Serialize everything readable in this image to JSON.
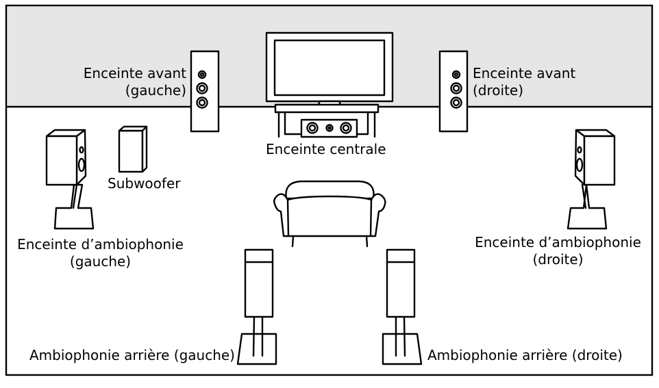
{
  "colors": {
    "wall": "#e6e6e6",
    "floor": "#ffffff",
    "line": "#000000"
  },
  "labels": {
    "front_left": [
      "Enceinte avant",
      "(gauche)"
    ],
    "front_right": [
      "Enceinte avant",
      "(droite)"
    ],
    "center": "Enceinte centrale",
    "subwoofer": "Subwoofer",
    "surround_left": [
      "Enceinte d’ambiophonie",
      "(gauche)"
    ],
    "surround_right": [
      "Enceinte d’ambiophonie",
      "(droite)"
    ],
    "rear_left": "Ambiophonie arrière (gauche)",
    "rear_right": "Ambiophonie arrière (droite)"
  }
}
